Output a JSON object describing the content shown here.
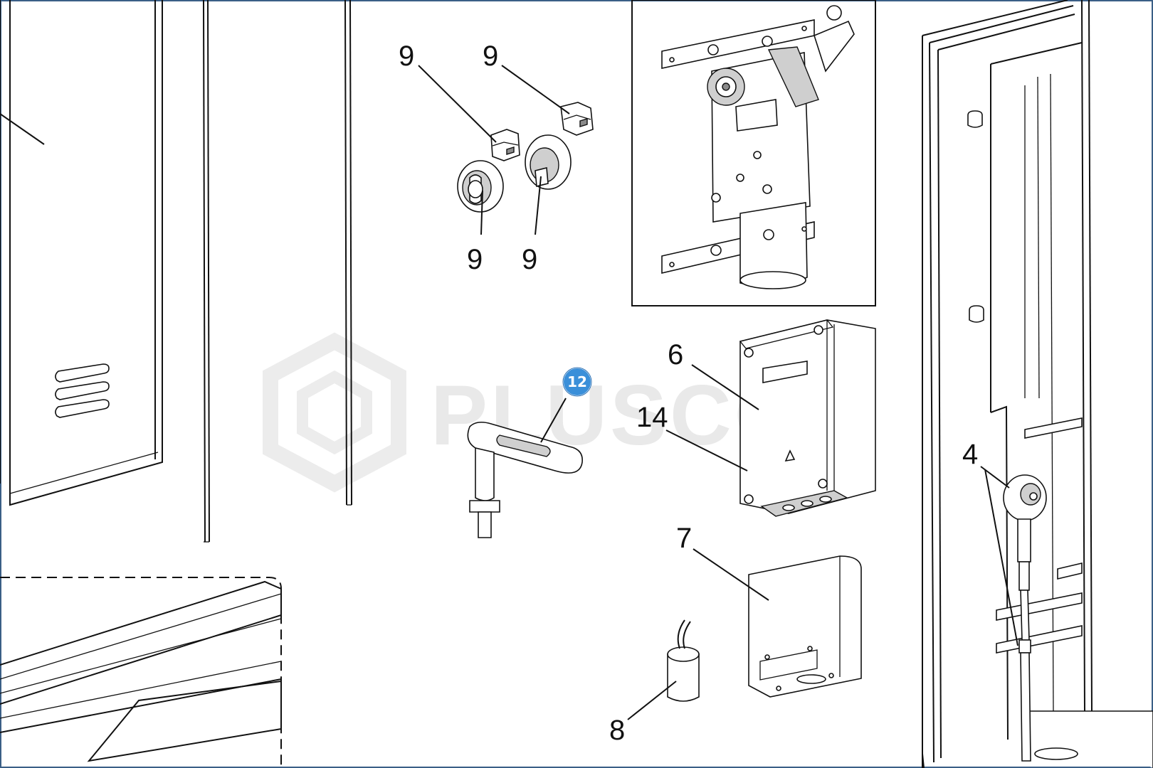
{
  "callouts": {
    "c9a": "9",
    "c9b": "9",
    "c9c": "9",
    "c9d": "9",
    "c6": "6",
    "c14": "14",
    "c7": "7",
    "c8": "8",
    "c4": "4",
    "c12": "12"
  },
  "watermark": {
    "text": "PLUSCOM"
  },
  "colors": {
    "line": "#111111",
    "badge": "#3a8fd9",
    "watermark": "#e9e9e9",
    "frame": "#3b5f86"
  }
}
